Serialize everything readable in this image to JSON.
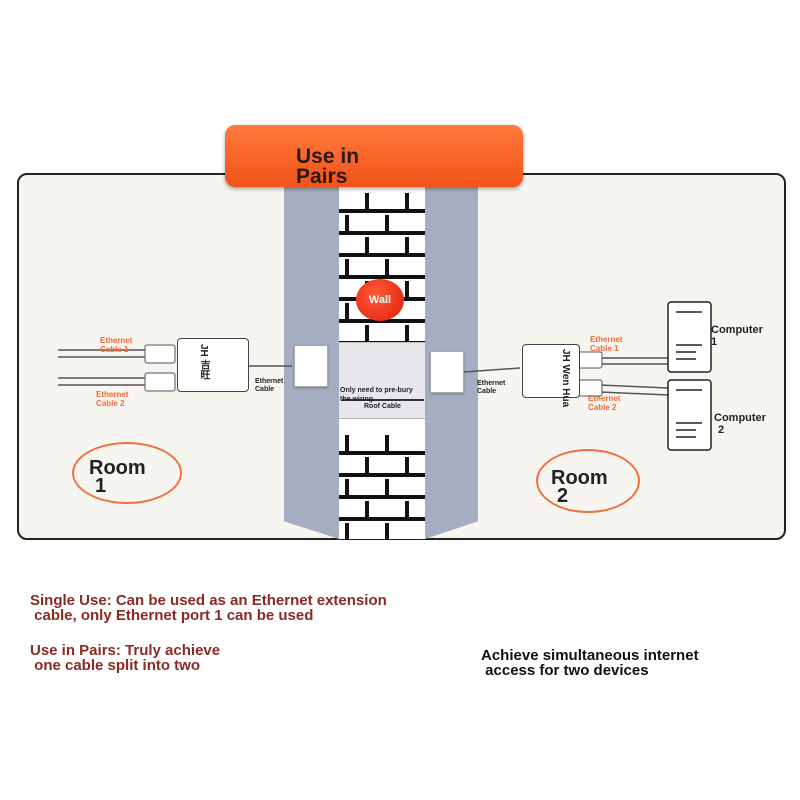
{
  "banner": {
    "line1": "Use in",
    "line2": "Pairs"
  },
  "wall": {
    "badge": "Wall",
    "note_line1": "Only need to pre-bury",
    "note_line2": "the wiring",
    "roof_cable": "Roof Cable"
  },
  "room1": {
    "name_line1": "Room",
    "name_line2": "1",
    "cable1": [
      "Ethernet",
      "Cable 1"
    ],
    "cable2": [
      "Ethernet",
      "Cable 2"
    ],
    "splitter_label": "JH 吉旺",
    "link_label": [
      "Ethernet",
      "Cable"
    ]
  },
  "room2": {
    "name_line1": "Room",
    "name_line2": "2",
    "cable1": [
      "Ethernet",
      "Cable 1"
    ],
    "cable2": [
      "Ethernet",
      "Cable 2"
    ],
    "splitter_label": "JH Wen Hua",
    "link_label": [
      "Ethernet",
      "Cable"
    ],
    "computer1": [
      "Computer",
      "1"
    ],
    "computer2": [
      "Computer",
      "2"
    ]
  },
  "captions": {
    "single_use": "Single Use: Can be used as an Ethernet extension\n cable, only Ethernet port 1 can be used",
    "pairs_use": "Use in Pairs: Truly achieve\n one cable split into two",
    "simultaneous": "Achieve simultaneous internet\n access for two devices"
  },
  "colors": {
    "banner": "#f2531a",
    "accent_text": "#8b2a22",
    "label_orange": "#f06a3a",
    "wall_badge": "#e01e06"
  }
}
